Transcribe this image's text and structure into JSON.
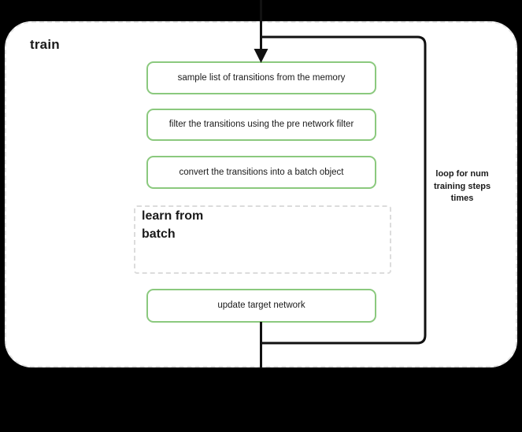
{
  "diagram": {
    "scope": {
      "title": "train",
      "border_style": "dashed",
      "border_color": "#e3e3e3"
    },
    "accent_color": "#8bc97e",
    "line_color": "#111111",
    "steps": [
      {
        "id": "sample",
        "label": "sample list of transitions from the memory"
      },
      {
        "id": "filter",
        "label": "filter the transitions using the pre network filter"
      },
      {
        "id": "convert",
        "label": "convert the transitions into a batch object"
      },
      {
        "id": "update",
        "label": "update target network"
      }
    ],
    "sub_scope": {
      "title_line_1": "learn from",
      "title_line_2": "batch",
      "border_style": "dashed",
      "border_color": "#dcdcdc"
    },
    "loop_annotation": {
      "line_1": "loop for num",
      "line_2": "training steps",
      "line_3": "times"
    }
  }
}
